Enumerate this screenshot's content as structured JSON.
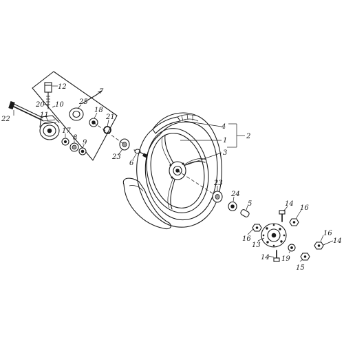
{
  "diagram": {
    "callouts": [
      {
        "id": "c7",
        "text": "7"
      },
      {
        "id": "c12",
        "text": "12"
      },
      {
        "id": "c20",
        "text": "20"
      },
      {
        "id": "c10",
        "text": "10"
      },
      {
        "id": "c11",
        "text": "11"
      },
      {
        "id": "c22",
        "text": "22"
      },
      {
        "id": "c25",
        "text": "25"
      },
      {
        "id": "c18",
        "text": "18"
      },
      {
        "id": "c21",
        "text": "21"
      },
      {
        "id": "c17",
        "text": "17"
      },
      {
        "id": "c8",
        "text": "8"
      },
      {
        "id": "c9",
        "text": "9"
      },
      {
        "id": "c23a",
        "text": "23"
      },
      {
        "id": "c6",
        "text": "6"
      },
      {
        "id": "c4",
        "text": "4"
      },
      {
        "id": "c2",
        "text": "2"
      },
      {
        "id": "c1",
        "text": "1"
      },
      {
        "id": "c3",
        "text": "3"
      },
      {
        "id": "c23b",
        "text": "23"
      },
      {
        "id": "c24",
        "text": "24"
      },
      {
        "id": "c5",
        "text": "5"
      },
      {
        "id": "c14a",
        "text": "14"
      },
      {
        "id": "c16a",
        "text": "16"
      },
      {
        "id": "c16b",
        "text": "16"
      },
      {
        "id": "c13",
        "text": "13"
      },
      {
        "id": "c16c",
        "text": "16"
      },
      {
        "id": "c14b",
        "text": "14"
      },
      {
        "id": "c14c",
        "text": "14"
      },
      {
        "id": "c19",
        "text": "19"
      },
      {
        "id": "c15",
        "text": "15"
      }
    ]
  }
}
